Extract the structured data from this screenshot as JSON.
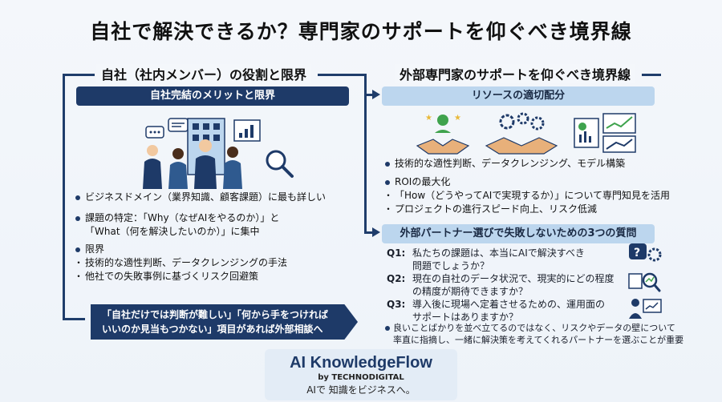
{
  "title": "自社で解決できるか？専門家のサポートを仰ぐべき境界線",
  "left": {
    "heading": "自社（社内メンバー）の役割と限界",
    "band": "自社完結のメリットと限界",
    "bullet1": "ビジネスドメイン（業界知識、顧客課題）に最も詳しい",
    "bullet2_line1": "課題の特定：「Why（なぜAIをやるのか）」と",
    "bullet2_line2": "「What（何を解決したいのか）」に集中",
    "bullet3": "限界",
    "sub1": "技術的な適性判断、データクレンジングの手法",
    "sub2": "他社での失敗事例に基づくリスク回避策",
    "callout_line1": "「自社だけでは判断が難しい」「何から手をつければ",
    "callout_line2": "いいのか見当もつかない」項目があれば外部相談へ"
  },
  "right": {
    "heading": "外部専門家のサポートを仰ぐべき境界線",
    "band1": "リソースの適切配分",
    "bullet1": "技術的な適性判断、データクレンジング、モデル構築",
    "bullet2": "ROIの最大化",
    "sub1": "「How（どうやってAIで実現するか）」について専門知見を活用",
    "sub2": "プロジェクトの進行スピード向上、リスク低減",
    "band2": "外部パートナー選びで失敗しないための3つの質問",
    "q1_label": "Q1:",
    "q1_line1": "私たちの課題は、本当にAIで解決すべき",
    "q1_line2": "問題でしょうか？",
    "q2_label": "Q2:",
    "q2_line1": "現在の自社のデータ状況で、現実的にどの程度",
    "q2_line2": "の精度が期待できますか？",
    "q3_label": "Q3:",
    "q3_line1": "導入後に現場へ定着させるための、運用面の",
    "q3_line2": "サポートはありますか？",
    "note_line1": "良いことばかりを並べ立てるのではなく、リスクやデータの壁について",
    "note_line2": "率直に指摘し、一緒に解決策を考えてくれるパートナーを選ぶことが重要"
  },
  "brand": {
    "name": "AI KnowledgeFlow",
    "by": "by TECHNODIGITAL",
    "tagline": "AIで 知識をビジネスへ。"
  },
  "colors": {
    "navy": "#1e3a68",
    "light_blue": "#bcd6ee",
    "green": "#3fa34d",
    "gold": "#e8b93a"
  }
}
